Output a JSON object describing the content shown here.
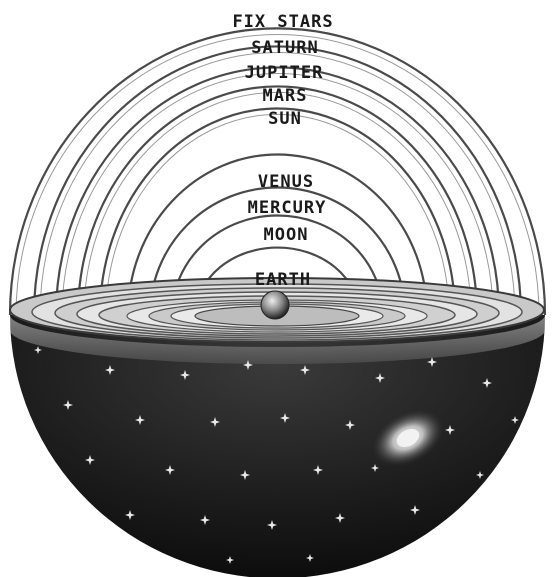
{
  "labels": {
    "fixed_stars": "FIX STARS",
    "saturn": "SATURN",
    "jupiter": "JUPITER",
    "mars": "MARS",
    "sun": "SUN",
    "venus": "VENUS",
    "mercury": "MERCURY",
    "moon": "MOON",
    "earth": "EARTH"
  },
  "colors": {
    "ink": "#1a1a1a",
    "arc": "#4a4a4a",
    "sky_dark": "#111111",
    "star": "#e8e8e8"
  }
}
